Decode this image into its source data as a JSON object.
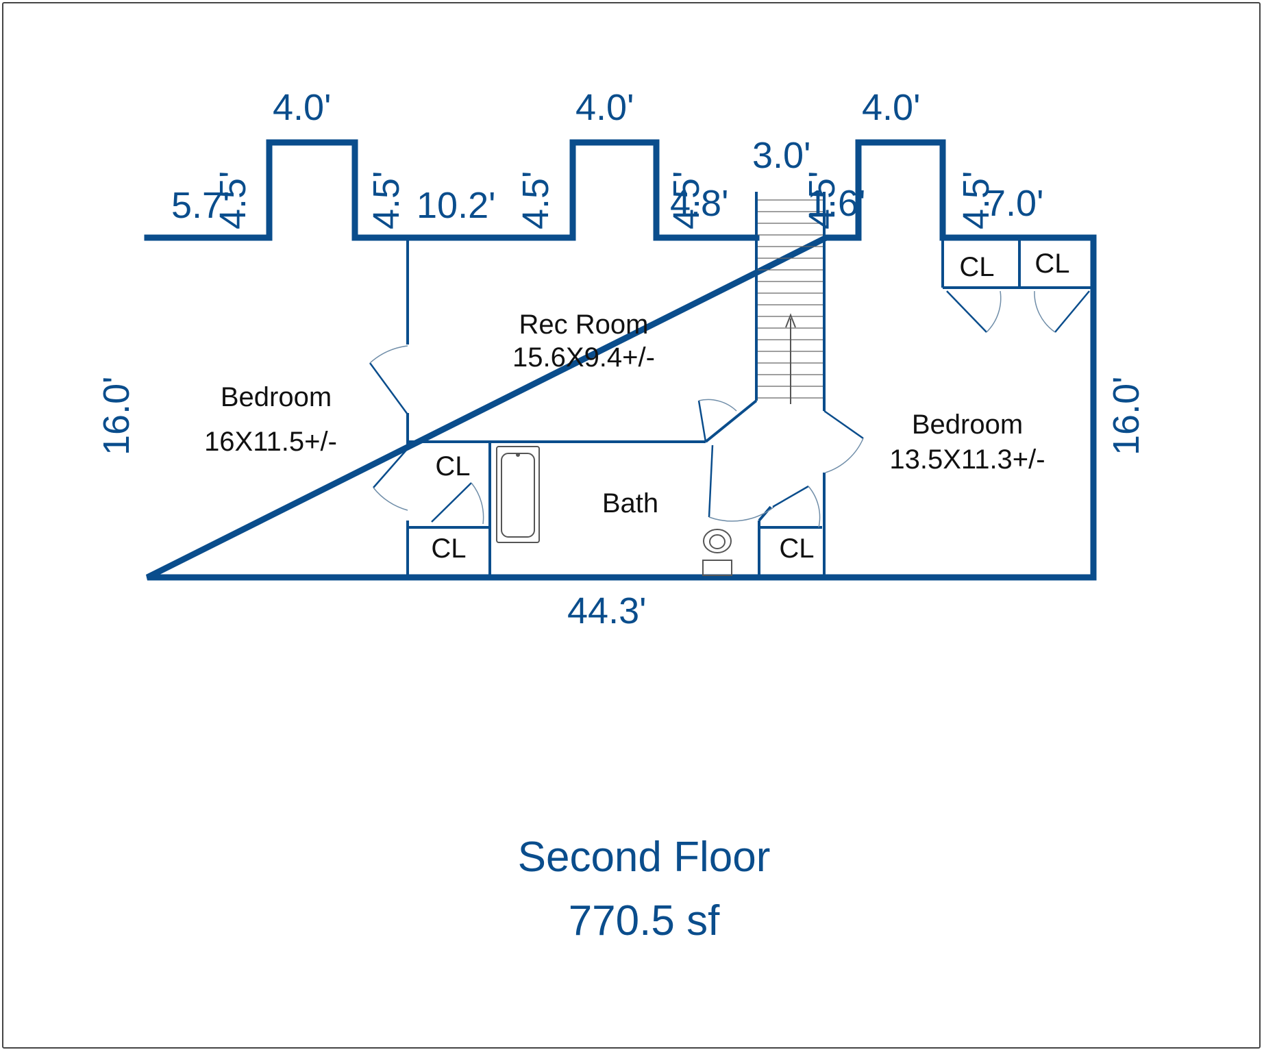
{
  "floor": {
    "title": "Second Floor",
    "area": "770.5 sf"
  },
  "rooms": {
    "bedroom_left": {
      "name": "Bedroom",
      "size": "16X11.5+/-"
    },
    "rec_room": {
      "name": "Rec Room",
      "size": "15.6X9.4+/-"
    },
    "bath": {
      "name": "Bath"
    },
    "bedroom_right": {
      "name": "Bedroom",
      "size": "13.5X11.3+/-"
    }
  },
  "closets": {
    "label": "CL"
  },
  "dimensions": {
    "top_left": "5.7'",
    "dormer1_left": "4.5'",
    "dormer1_width": "4.0'",
    "dormer1_right": "4.5'",
    "top_mid": "10.2'",
    "dormer2_left": "4.5'",
    "dormer2_width": "4.0'",
    "dormer2_right": "4.5'",
    "top_right_mid": "4.8'",
    "stair_width": "3.0'",
    "dormer3_left_offset": "1.6'",
    "dormer3_left": "4.5'",
    "dormer3_width": "4.0'",
    "dormer3_right": "4.5'",
    "top_right": "7.0'",
    "left_side": "16.0'",
    "right_side": "16.0'",
    "bottom": "44.3'"
  },
  "colors": {
    "wall": "#0a4d8c",
    "dimension_text": "#0a4d8c",
    "room_text": "#111111"
  }
}
